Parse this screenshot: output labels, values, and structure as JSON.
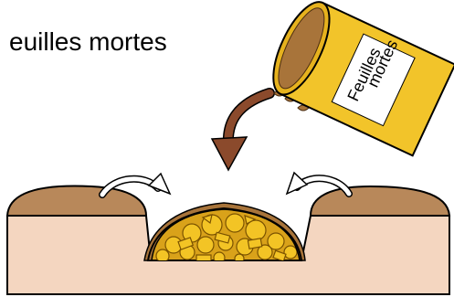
{
  "caption": "euilles mortes",
  "bucket": {
    "label_line1": "Feuilles",
    "label_line2": "mortes",
    "color": "#F2C42A"
  },
  "colors": {
    "soil_top": "#B8885A",
    "soil_body": "#F4D6C0",
    "arrow_brown": "#8B4A2C",
    "leaves": "#A8743A",
    "fill_yellow": "#F3C425",
    "fill_orange": "#D9A21A",
    "outline": "#000000"
  },
  "icons": {
    "pour_arrow": "curved-down-arrow",
    "left_arrow": "curved-arrow-right",
    "right_arrow": "curved-arrow-left"
  }
}
